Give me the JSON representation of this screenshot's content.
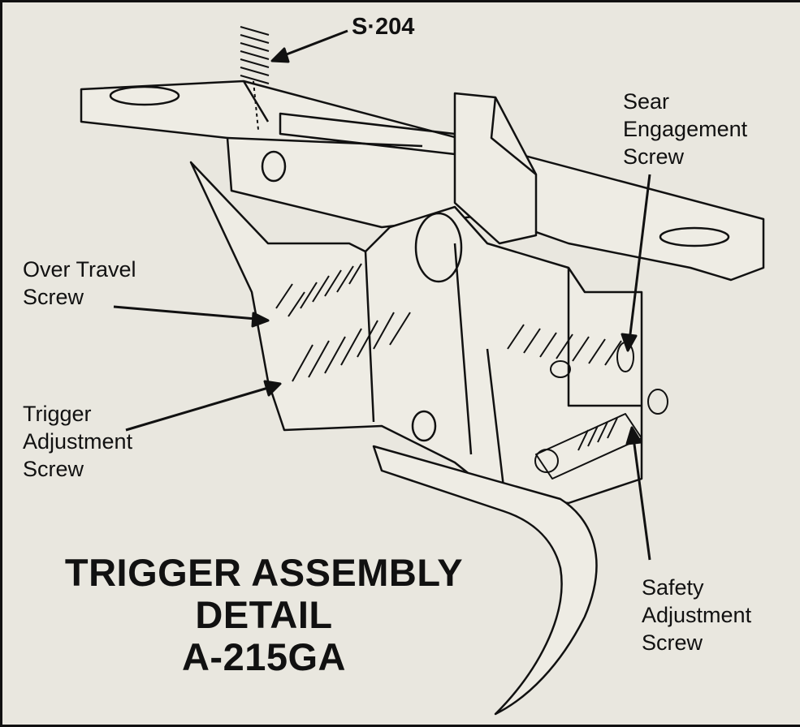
{
  "part_label": "S·204",
  "labels": {
    "sear": [
      "Sear",
      "Engagement",
      "Screw"
    ],
    "over_travel": [
      "Over Travel",
      "Screw"
    ],
    "trigger_adj": [
      "Trigger",
      "Adjustment",
      "Screw"
    ],
    "safety": [
      "Safety",
      "Adjustment",
      "Screw"
    ]
  },
  "title": [
    "TRIGGER ASSEMBLY",
    "DETAIL",
    "A-215GA"
  ]
}
